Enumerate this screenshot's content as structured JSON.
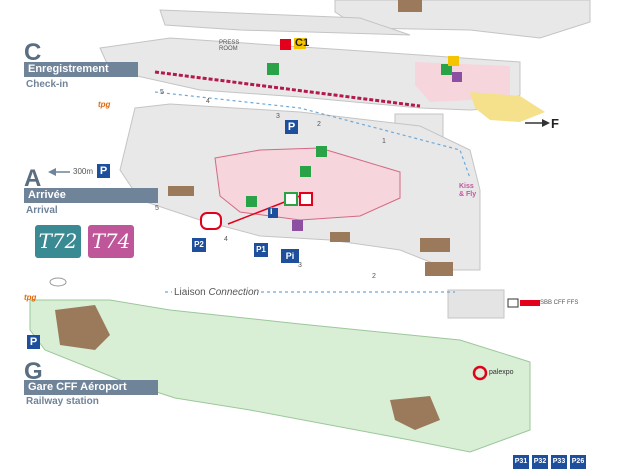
{
  "zones": {
    "c": {
      "letter": "C",
      "title": "Enregistrement",
      "subtitle": "Check-in"
    },
    "a": {
      "letter": "A",
      "title": "Arrivée",
      "subtitle": "Arrival"
    },
    "g": {
      "letter": "G",
      "title": "Gare CFF Aéroport",
      "subtitle": "Railway station"
    },
    "f": {
      "letter": "F"
    }
  },
  "labels": {
    "c1": "C1",
    "distance": "300m",
    "liaison_main": "Liaison",
    "liaison_italic": "Connection",
    "press_room": "PRESS ROOM",
    "kiss_fly": "Kiss & Fly",
    "cff_ffs": "SBB CFF FFS",
    "palexpo": "palexpo",
    "tpg": "tpg",
    "info": "i"
  },
  "trams": [
    {
      "line": "T72",
      "color": "#3a8a93"
    },
    {
      "line": "T74",
      "color": "#c0569a"
    }
  ],
  "parking": {
    "p_near_c": "P",
    "p2": "P2",
    "p1": "P1",
    "p_arrivee": "P",
    "p_gare": "P",
    "p_info": "Pi",
    "bottom": [
      "P31",
      "P32",
      "P33",
      "P26"
    ]
  },
  "path_numbers": [
    "5",
    "4",
    "3",
    "2",
    "1",
    "5",
    "4",
    "3",
    "2"
  ],
  "colors": {
    "building": "#e8e8e8",
    "building_edge": "#c4c4c4",
    "checkin_zone": "#f6d5dc",
    "checkin_line": "#b3194a",
    "station_zone": "#d8efd6",
    "yellow_zone": "#f5e08c",
    "zone_bar": "#6f8399",
    "parking": "#1e4f9c",
    "accent_red": "#e2001a"
  }
}
